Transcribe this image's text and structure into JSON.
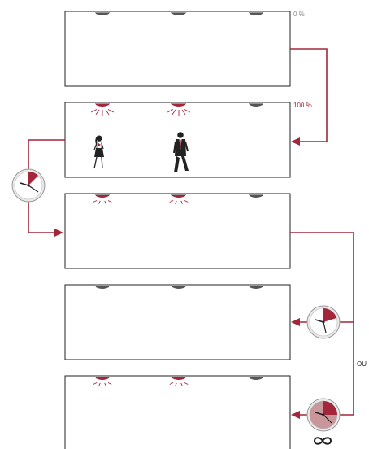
{
  "colors": {
    "accent": "#a3263a",
    "outline": "#222222",
    "lamp_off": "#555555",
    "lamp_on": "#a3263a",
    "timer_fill": "#a3263a",
    "timer_fill_light": "#c9979b"
  },
  "labels": {
    "level_off": "0 %",
    "level_on": "100 %",
    "or_label": "OU",
    "infinity_symbol": "∞"
  },
  "icons": [
    "ceiling-lamp-icon",
    "woman-walking-icon",
    "man-walking-icon",
    "timer-clock-icon",
    "infinity-icon"
  ],
  "rooms": [
    {
      "lamps": [
        "off",
        "off",
        "off"
      ],
      "occupants": []
    },
    {
      "lamps": [
        "on",
        "on",
        "off"
      ],
      "occupants": [
        "woman",
        "man"
      ]
    },
    {
      "lamps": [
        "dim",
        "dim",
        "off"
      ],
      "occupants": []
    },
    {
      "lamps": [
        "off",
        "off",
        "off"
      ],
      "occupants": []
    },
    {
      "lamps": [
        "dim",
        "dim",
        "off"
      ],
      "occupants": []
    }
  ]
}
